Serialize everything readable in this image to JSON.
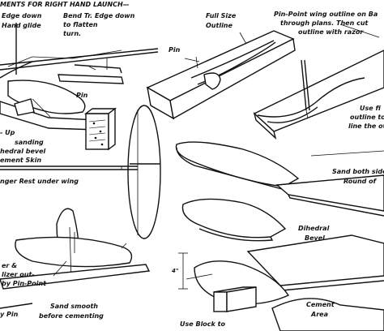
{
  "labels": {
    "header_launch": "MENTS FOR RIGHT HAND LAUNCH—",
    "hand_down": "Edge down",
    "hand_glide": "Hand glide",
    "bend_tr_1": "Bend Tr. Edge down",
    "bend_tr_2": "to flatten",
    "bend_tr_3": "turn.",
    "full_size_1": "Full Size",
    "full_size_2": "Outline",
    "pinpoint_1": "Pin-Point wing outline on Ba",
    "pinpoint_2": "through plans. Then cut",
    "pinpoint_3": "outline with razor",
    "pin_1": "Pin",
    "pin_2": "Pin",
    "use_fi_1": "Use fi",
    "use_fi_2": "outline to",
    "use_fi_3": "line the other",
    "up_1": "- Up",
    "sanding_1": "sanding",
    "dihedral_bevel_left": "hedral bevel",
    "cement_skin": "ement Skin",
    "finger_rest": "nger Rest under wing",
    "sand_both_1": "Sand both side",
    "sand_both_2": "Round of",
    "dihedral_1": "Dihedral",
    "dihedral_2": "Bevel",
    "fer_1": "er &",
    "fer_2": "lizer out-",
    "fer_3": "by Pin-Point",
    "fer_4": "y Pin",
    "sand_smooth_1": "Sand smooth",
    "sand_smooth_2": "before cementing",
    "cement_area_1": "Cement",
    "cement_area_2": "Area",
    "use_block_1": "Use Block to",
    "dim_mark": "4\""
  },
  "colors": {
    "ink": "#111111",
    "paper": "#ffffff"
  }
}
